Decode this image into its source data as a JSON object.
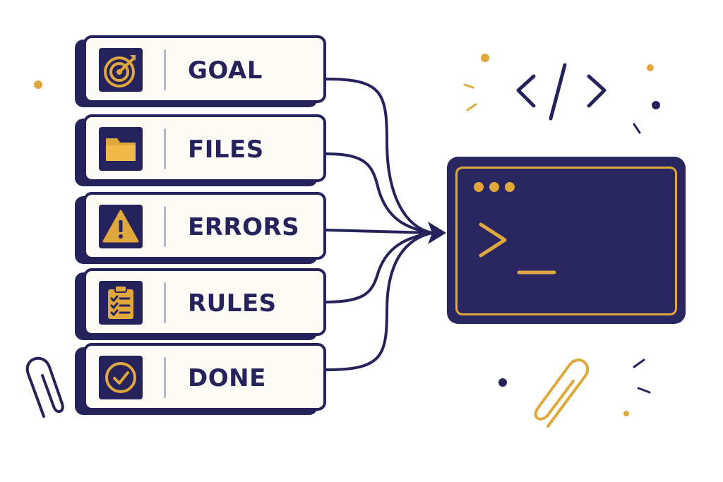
{
  "cards": [
    {
      "key": "goal",
      "label": "GOAL",
      "icon": "target-icon"
    },
    {
      "key": "files",
      "label": "FILES",
      "icon": "folder-icon"
    },
    {
      "key": "errors",
      "label": "ERRORS",
      "icon": "warning-icon"
    },
    {
      "key": "rules",
      "label": "RULES",
      "icon": "clipboard-checklist-icon"
    },
    {
      "key": "done",
      "label": "DONE",
      "icon": "checkmark-circle-icon"
    }
  ],
  "terminal": {
    "icon": "terminal-prompt-icon"
  },
  "decor": {
    "code_icon": "code-brackets-icon",
    "clip_icon": "paperclip-icon"
  },
  "colors": {
    "navy": "#26235c",
    "gold": "#e0a83c",
    "card_bg": "#fdfbf6"
  }
}
